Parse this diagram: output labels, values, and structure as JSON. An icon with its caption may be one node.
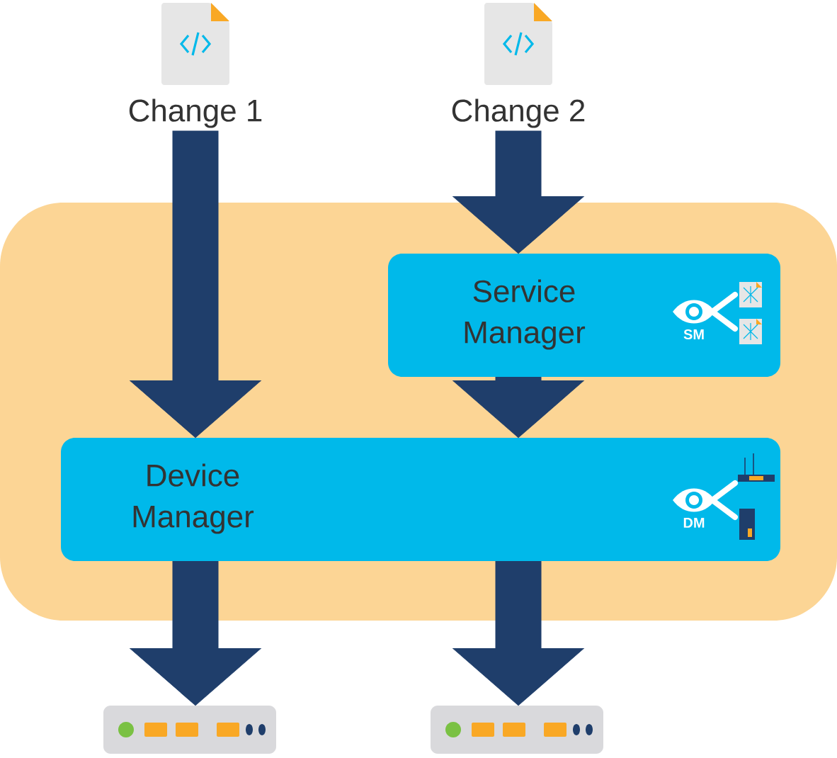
{
  "diagram": {
    "nodes": [
      {
        "text": [
          "Change 1"
        ]
      },
      {
        "text": [
          "Change 2"
        ]
      },
      {
        "text": [],
        "shape": "box"
      },
      {
        "text": [
          "Service Manager",
          "SM"
        ],
        "in": 2
      },
      {
        "text": [
          "Device Manager",
          "DM"
        ],
        "in": 2
      },
      {
        "text": [],
        "shape": "box"
      },
      {
        "text": [],
        "shape": "box"
      }
    ],
    "edges": [
      {
        "from": 0,
        "to": 4,
        "arrow": "to"
      },
      {
        "from": 1,
        "to": 3,
        "arrow": "to"
      },
      {
        "from": 3,
        "to": 4,
        "arrow": "to"
      },
      {
        "from": 4,
        "to": 5,
        "arrow": "to"
      },
      {
        "from": 4,
        "to": 6,
        "arrow": "to"
      }
    ]
  }
}
